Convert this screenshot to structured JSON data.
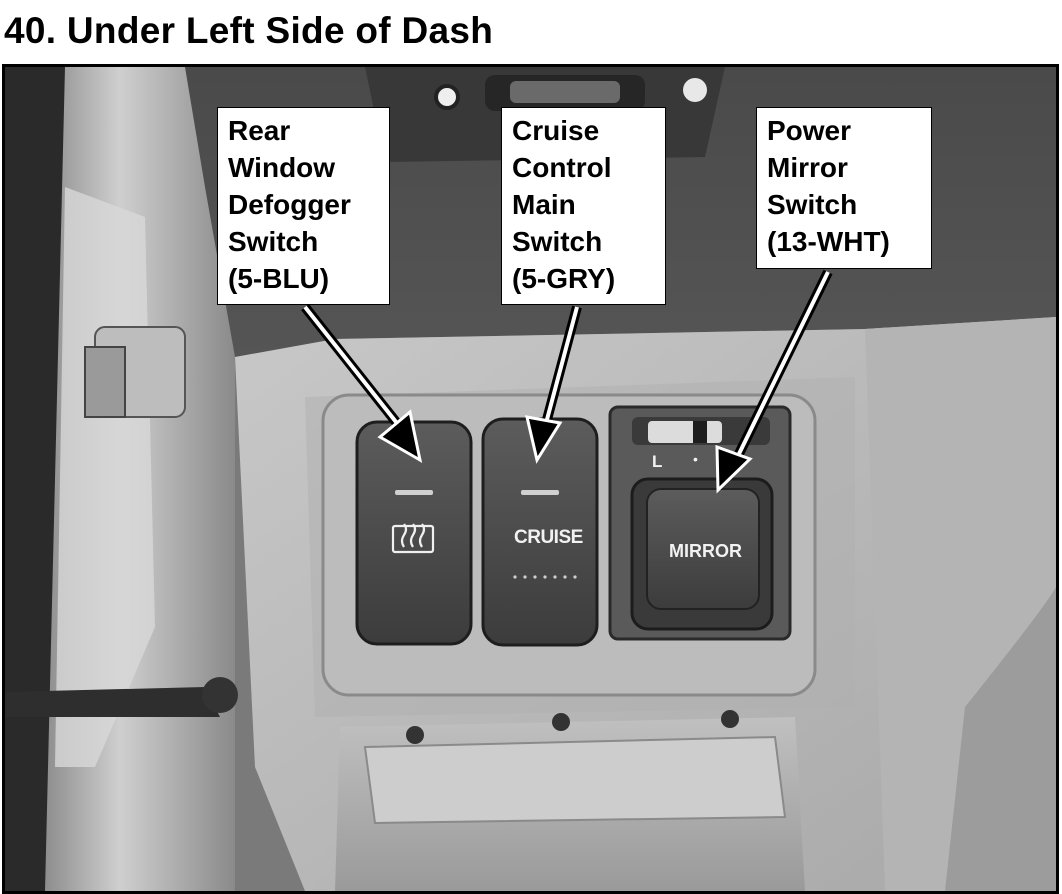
{
  "title": "40. Under Left Side of Dash",
  "callouts": [
    {
      "id": "rear-window-defogger",
      "lines": [
        "Rear",
        "Window",
        "Defogger",
        "Switch",
        "(5-BLU)"
      ]
    },
    {
      "id": "cruise-control",
      "lines": [
        "Cruise",
        "Control",
        "Main",
        "Switch",
        "(5-GRY)"
      ]
    },
    {
      "id": "power-mirror",
      "lines": [
        "Power",
        "Mirror",
        "Switch",
        "(13-WHT)"
      ]
    }
  ],
  "switch_labels": {
    "cruise": "CRUISE",
    "mirror": "MIRROR",
    "mirror_selector_left": "L",
    "mirror_selector_dot": "•"
  },
  "icons": {
    "defogger": "rear-defrost-icon"
  },
  "colors": {
    "photo_dark": "#3a3a3a",
    "panel_light": "#b8b8b8",
    "switch_body": "#4a4a4a"
  }
}
